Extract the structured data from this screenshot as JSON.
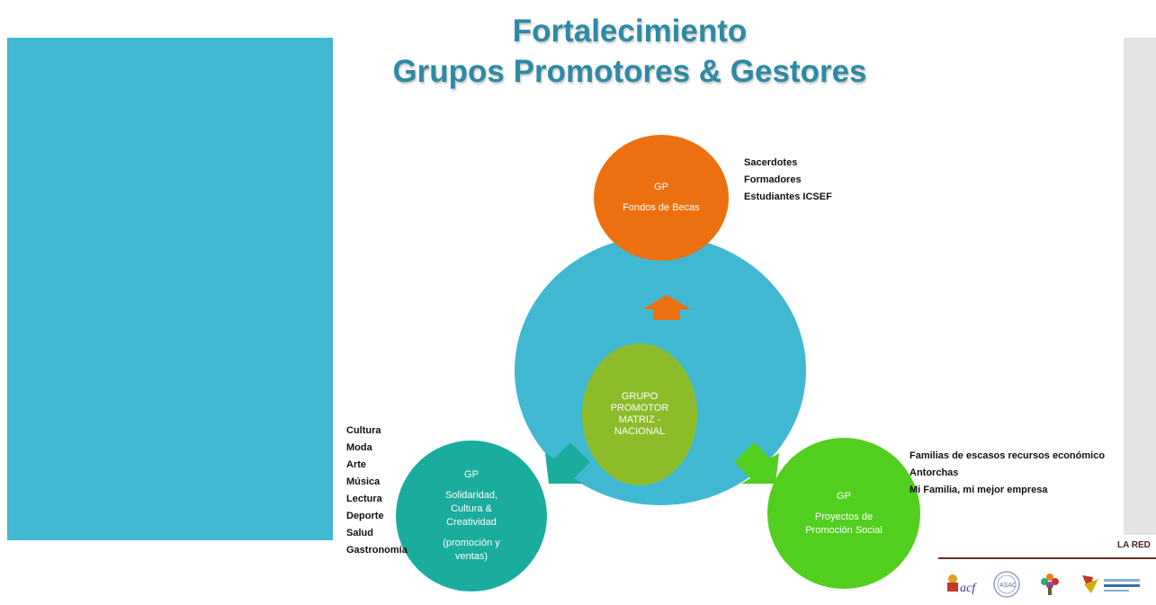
{
  "title": {
    "line1": "Fortalecimiento",
    "line2": "Grupos Promotores & Gestores"
  },
  "diagram": {
    "center": {
      "lines": [
        "GRUPO",
        "PROMOTOR",
        "MATRIZ -",
        "NACIONAL"
      ]
    },
    "top": {
      "gp": "GP",
      "name": "Fondos de Becas"
    },
    "left": {
      "gp": "GP",
      "line1": "Solidaridad,",
      "line2": "Cultura &",
      "line3": "Creatividad",
      "line4": "(promoción y",
      "line5": "ventas)"
    },
    "right": {
      "gp": "GP",
      "line1": "Proyectos de",
      "line2": "Promoción Social"
    }
  },
  "notes": {
    "top": [
      "Sacerdotes",
      "Formadores",
      "Estudiantes ICSEF"
    ],
    "left": [
      "Cultura",
      "Moda",
      "Arte",
      "Música",
      "Lectura",
      "Deporte",
      "Salud",
      "Gastronomía"
    ],
    "right": [
      "Familias de escasos recursos económico",
      "Antorchas",
      "Mi Familia, mi mejor empresa"
    ]
  },
  "footer": {
    "network_label": "LA RED",
    "logos": [
      "acf-logo",
      "asac-logo",
      "tree-people-logo",
      "formacion-logo"
    ]
  },
  "colors": {
    "teal_panel": "#41b8d2",
    "title": "#2e8aa5",
    "orange": "#ec700f",
    "olive_green": "#8cbc2a",
    "teal_green": "#1aac9c",
    "bright_green": "#51ce1e",
    "gray_panel": "#e3e3e3"
  }
}
